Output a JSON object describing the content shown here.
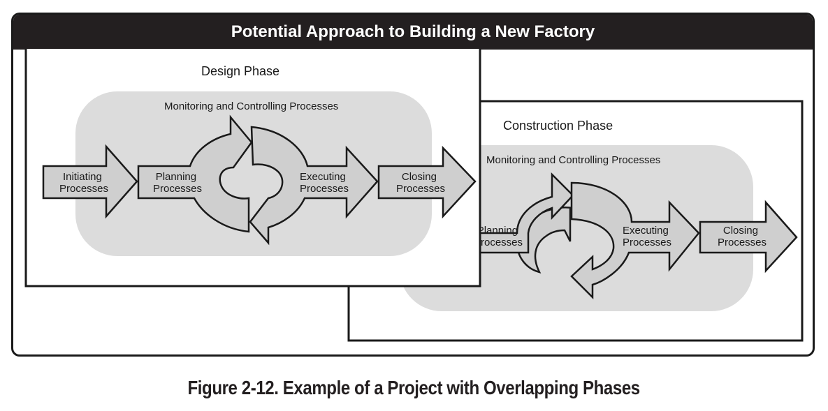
{
  "header": {
    "title": "Potential Approach to Building a New Factory"
  },
  "design_phase": {
    "title": "Design Phase",
    "monitoring": "Monitoring and Controlling Processes",
    "initiating": [
      "Initiating",
      "Processes"
    ],
    "planning": [
      "Planning",
      "Processes"
    ],
    "executing": [
      "Executing",
      "Processes"
    ],
    "closing": [
      "Closing",
      "Processes"
    ]
  },
  "construction_phase": {
    "title": "Construction Phase",
    "monitoring": "Monitoring and Controlling Processes",
    "planning": [
      "Planning",
      "rocesses"
    ],
    "executing": [
      "Executing",
      "Processes"
    ],
    "closing": [
      "Closing",
      "Processes"
    ]
  },
  "caption": "Figure 2-12. Example of a Project with Overlapping Phases",
  "colors": {
    "header_bg": "#231f20",
    "region_fill": "#dcdcdc",
    "arrow_fill": "#cfcfcf",
    "stroke": "#1a1a1a"
  }
}
